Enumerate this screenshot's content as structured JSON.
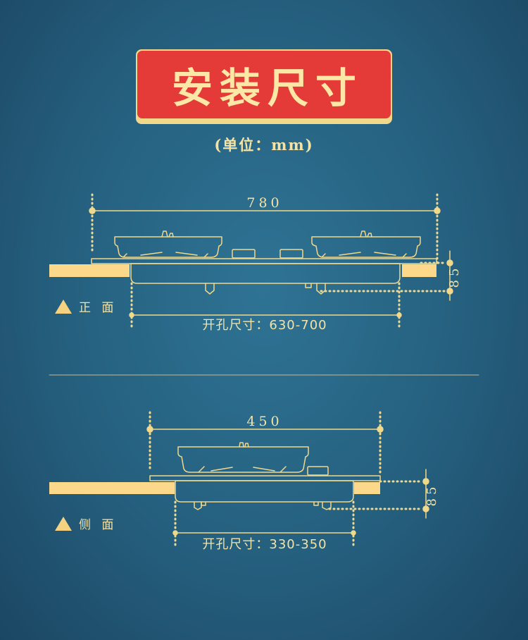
{
  "title": "安装尺寸",
  "unit": "(单位：mm)",
  "front_view": {
    "label": "正 面",
    "width_dim": "780",
    "height_dim": "85",
    "cutout": "开孔尺寸：630-700"
  },
  "side_view": {
    "label": "侧 面",
    "width_dim": "450",
    "height_dim": "85",
    "cutout": "开孔尺寸：330-350"
  },
  "colors": {
    "line": "#f2d88a",
    "counter": "#fbd88a",
    "badge_red": "#e43b38",
    "background": "#2a6a8a"
  },
  "icons": [
    "triangle-marker-icon"
  ]
}
